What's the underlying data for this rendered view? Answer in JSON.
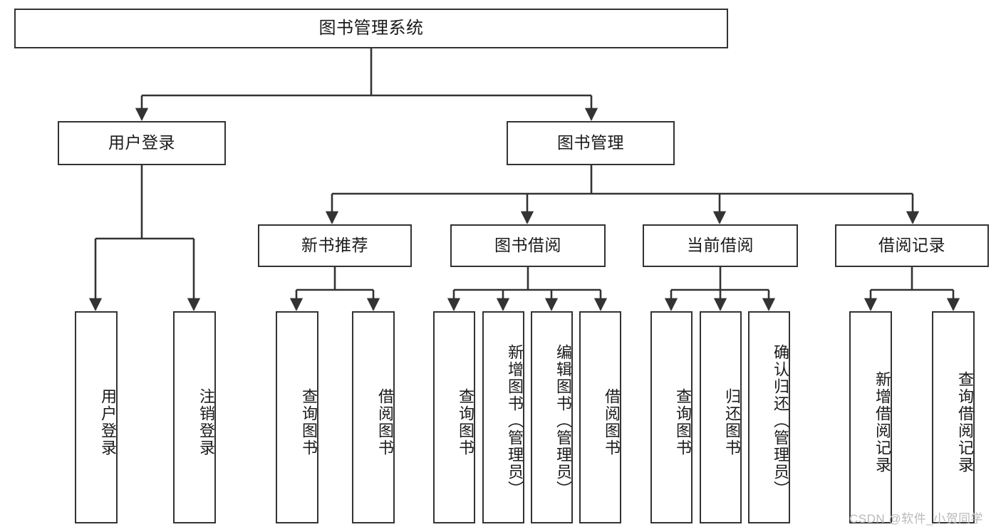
{
  "diagram": {
    "title": "图书管理系统",
    "type": "hierarchy-tree",
    "root": {
      "label": "图书管理系统"
    },
    "level2": [
      {
        "label": "用户登录"
      },
      {
        "label": "图书管理"
      }
    ],
    "level3": [
      {
        "label": "新书推荐"
      },
      {
        "label": "图书借阅"
      },
      {
        "label": "当前借阅"
      },
      {
        "label": "借阅记录"
      }
    ],
    "leaves": {
      "user_login": [
        {
          "label": "用户登录"
        },
        {
          "label": "注销登录"
        }
      ],
      "new_book_recommend": [
        {
          "label": "查询图书"
        },
        {
          "label": "借阅图书"
        }
      ],
      "book_borrow": [
        {
          "label": "查询图书"
        },
        {
          "label": "新增图书（管理员）"
        },
        {
          "label": "编辑图书（管理员）"
        },
        {
          "label": "借阅图书"
        }
      ],
      "current_borrow": [
        {
          "label": "查询图书"
        },
        {
          "label": "归还图书"
        },
        {
          "label": "确认归还（管理员）"
        }
      ],
      "borrow_record": [
        {
          "label": "新增借阅记录"
        },
        {
          "label": "查询借阅记录"
        }
      ]
    }
  },
  "watermark": {
    "text": "CSDN @软件_小贺同学"
  },
  "colors": {
    "border": "#333333",
    "background": "#ffffff",
    "text": "#1a1a1a",
    "watermark": "#b9b9b9"
  }
}
